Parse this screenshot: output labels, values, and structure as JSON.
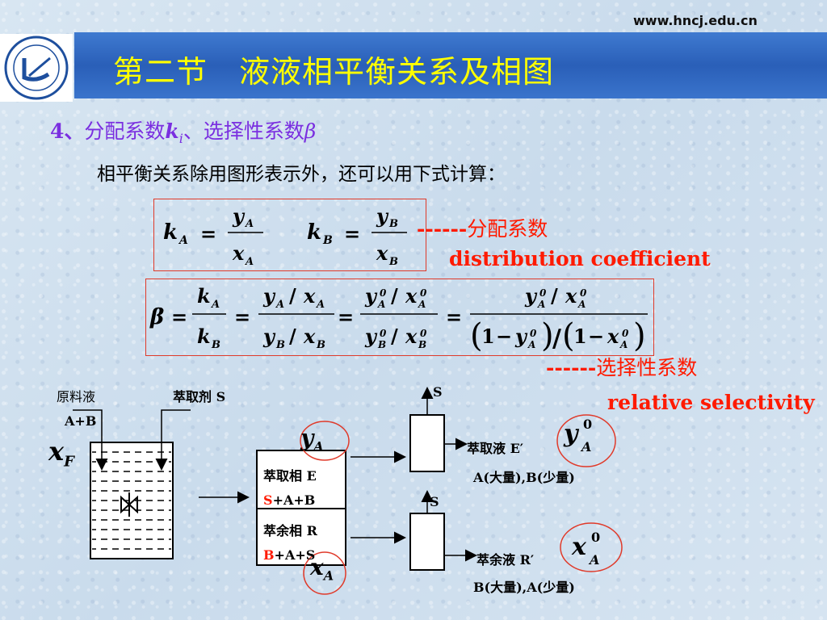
{
  "header": {
    "url": "www.hncj.edu.cn",
    "title": "第二节　液液相平衡关系及相图"
  },
  "section": {
    "number": "4、",
    "heading_1": "分配系数",
    "ki": "k",
    "ki_sub": "i",
    "sep": "、",
    "heading_2": "选择性系数",
    "beta": "β"
  },
  "intro": "相平衡关系除用图形表示外，还可以用下式计算：",
  "labels": {
    "distribution_zh": "分配系数",
    "distribution_en": "distribution coefficient",
    "selectivity_zh": "选择性系数",
    "selectivity_en": "relative selectivity",
    "dashes": "------"
  },
  "diagram": {
    "feed": "原料液",
    "feed_comp": "A+B",
    "solvent": "萃取剂 S",
    "s_top": "S",
    "s_bottom": "S",
    "extract_phase": "萃取相 E",
    "extract_comp_1": "S",
    "extract_comp_2": "+A+B",
    "raffinate_phase": "萃余相 R",
    "raffinate_comp_1": "B",
    "raffinate_comp_2": "+A+S",
    "extract_liquid": "萃取液 E′",
    "extract_liquid_comp": "A(大量),B(少量)",
    "raffinate_liquid": "萃余液 R′",
    "raffinate_liquid_comp": "B(大量),A(少量)",
    "xF": "x",
    "xF_sub": "F",
    "yA": "y",
    "yA_sub": "A",
    "xA": "x",
    "xA_sub": "A",
    "y0": "y",
    "y0_sup": "0",
    "y0_sub": "A",
    "x0": "x",
    "x0_sup": "0",
    "x0_sub": "A"
  },
  "colors": {
    "title": "#ffff00",
    "band": "#2a5fb8",
    "heading": "#7a2fe0",
    "accent_red": "#ff1a00"
  }
}
